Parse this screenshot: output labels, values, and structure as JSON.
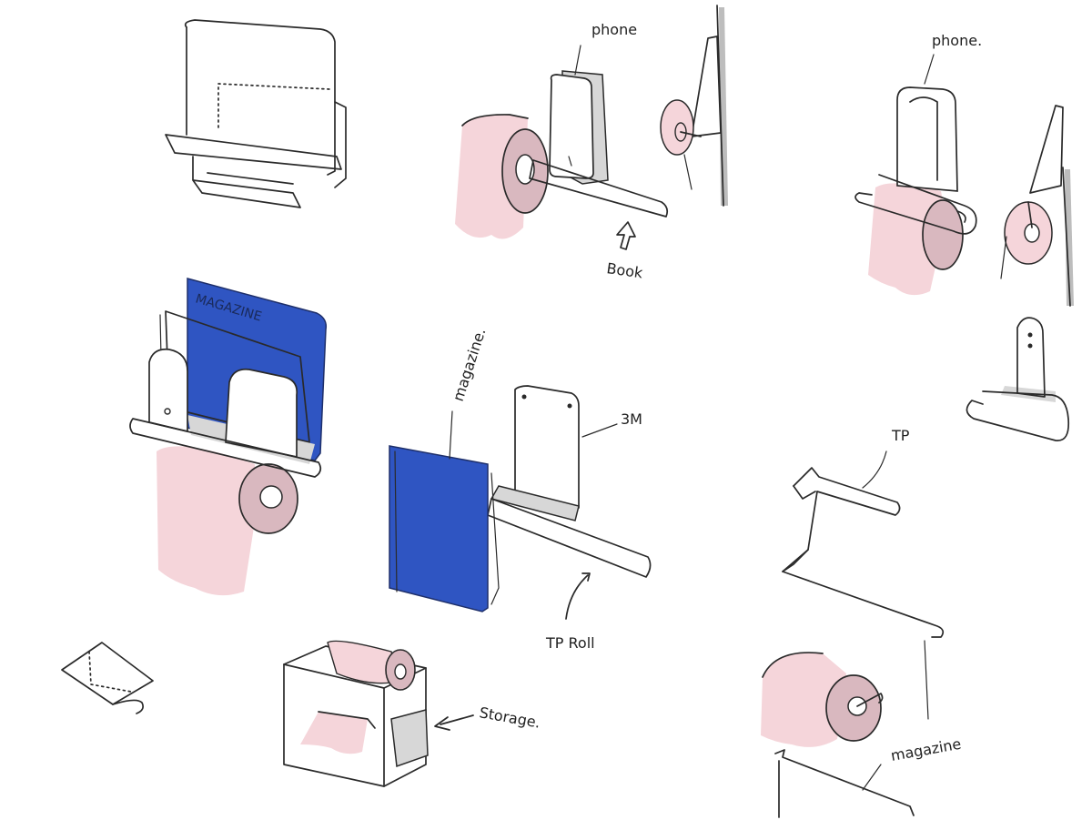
{
  "colors": {
    "paper": "#ffffff",
    "ink": "#2a2a2a",
    "tp_pink": "#f5d5da",
    "tp_core": "#d9b8bf",
    "magazine_blue": "#2f55c2",
    "metal_grey": "#d7d7d7",
    "wall_grey": "#bdbdbd"
  },
  "icons": [
    "arrow-up-icon",
    "arrow-left-icon",
    "curved-arrow-icon"
  ],
  "labels": {
    "phone_1": "phone",
    "book": "Book",
    "phone_2": "phone.",
    "magazine_cover": "MAGAZINE",
    "magazine_1": "magazine.",
    "mount_3m": "3M",
    "tp_roll": "TP Roll",
    "tp": "TP",
    "storage": "Storage.",
    "magazine_2": "magazine"
  }
}
